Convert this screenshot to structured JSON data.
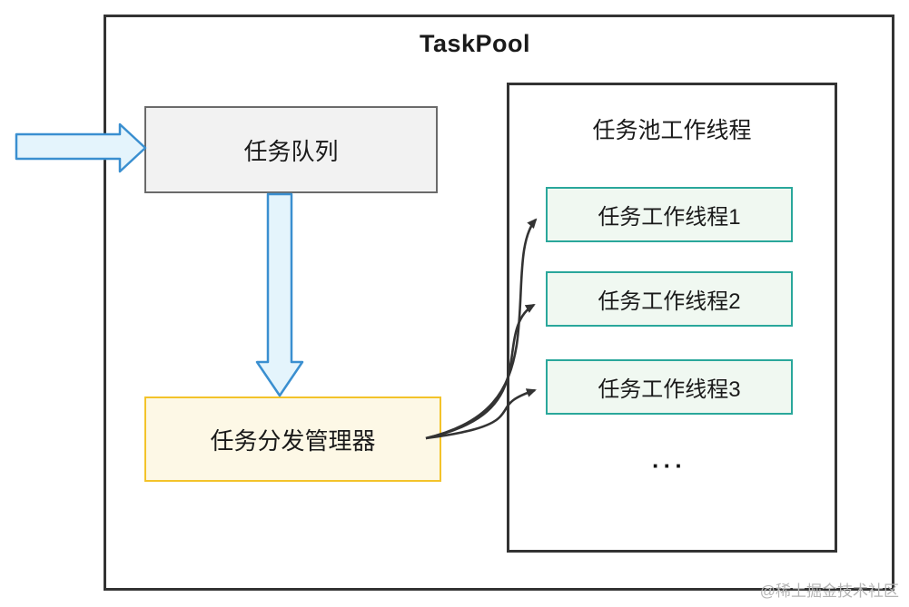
{
  "diagram": {
    "title": "TaskPool",
    "queue_box": {
      "label": "任务队列"
    },
    "manager_box": {
      "label": "任务分发管理器"
    },
    "pool_panel": {
      "title": "任务池工作线程",
      "workers": [
        {
          "label": "任务工作线程1"
        },
        {
          "label": "任务工作线程2"
        },
        {
          "label": "任务工作线程3"
        }
      ],
      "ellipsis": "···"
    },
    "watermark": "@稀土掘金技术社区",
    "colors": {
      "frame_border": "#333333",
      "queue_border": "#6a6a6a",
      "queue_fill": "#f2f2f2",
      "manager_border": "#f3c32a",
      "manager_fill": "#fdf8e6",
      "worker_border": "#2aa79b",
      "worker_fill": "#f0f8f1",
      "flow_arrow_fill": "#e4f4fc",
      "flow_arrow_stroke": "#3a8fd0",
      "connector": "#333333",
      "watermark_text": "#b5b5b5"
    }
  }
}
